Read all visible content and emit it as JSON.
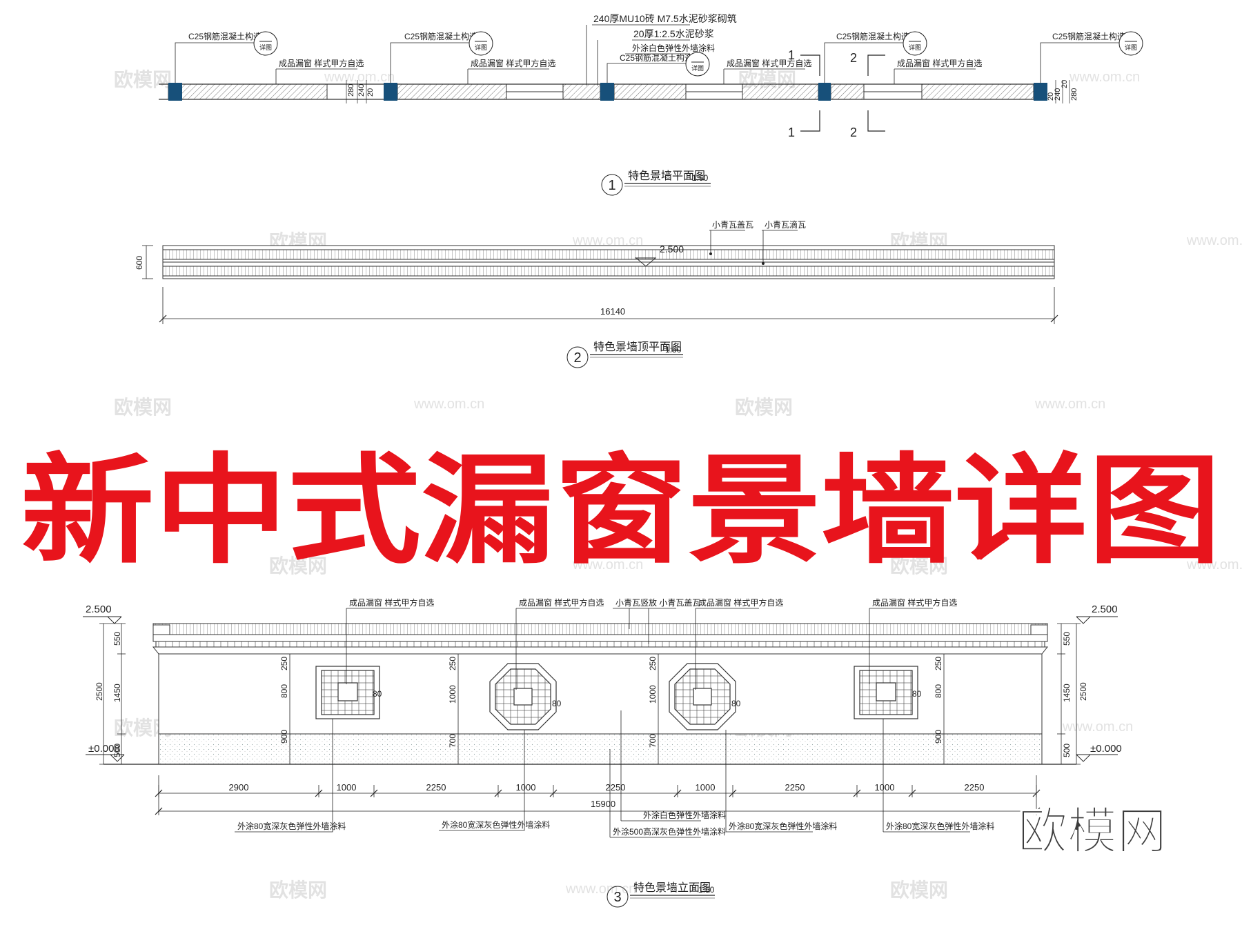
{
  "banner": {
    "title": "新中式漏窗景墙详图",
    "color": "#e8141c"
  },
  "watermark": {
    "logo_text": "欧模网",
    "url_text": "www.om.cn",
    "corner_logo": "欧模网"
  },
  "colors": {
    "line": "#1f2d8f",
    "column_fill": "#17507a",
    "hatch": "#3a3a3a",
    "text": "#222222"
  },
  "plan": {
    "title": "特色景墙平面图",
    "scale": "1:50",
    "number": "1",
    "detail_ref": "详图",
    "top_note_1": "240厚MU10砖 M7.5水泥砂浆砌筑",
    "top_note_2": "20厚1:2.5水泥砂浆",
    "top_note_3": "外涂白色弹性外墙涂料",
    "column_label": "C25钢筋混凝土构造柱",
    "window_label": "成品漏窗 样式甲方自选",
    "dims": {
      "d280": "280",
      "d240": "240",
      "d20": "20"
    },
    "section_marks": {
      "s1": "1",
      "s2": "2"
    }
  },
  "top_plan": {
    "title": "特色景墙顶平面图",
    "scale": "1:50",
    "number": "2",
    "tile_label_1": "小青瓦盖瓦",
    "tile_label_2": "小青瓦滴瓦",
    "elevation": "2.500",
    "height_dim": "600",
    "length_dim": "16140"
  },
  "elevation": {
    "title": "特色景墙立面图",
    "scale": "1:50",
    "number": "3",
    "window_label": "成品漏窗 样式甲方自选",
    "tile_label": "小青瓦竖放 小青瓦盖瓦",
    "level_top": "2.500",
    "level_zero": "±0.000",
    "left_dims": {
      "d550": "550",
      "d2500": "2500",
      "d1450": "1450",
      "d500": "500"
    },
    "window_dims": {
      "d250": "250",
      "d800": "800",
      "d1000": "1000",
      "d900": "900",
      "d700": "700",
      "d80": "80"
    },
    "bottom_dims": [
      "2900",
      "1000",
      "2250",
      "1000",
      "2250",
      "1000",
      "2250",
      "1000",
      "2250"
    ],
    "total_dim": "15900",
    "paint_note_80": "外涂80宽深灰色弹性外墙涂料",
    "paint_note_white": "外涂白色弹性外墙涂料",
    "paint_note_500": "外涂500高深灰色弹性外墙涂料"
  }
}
